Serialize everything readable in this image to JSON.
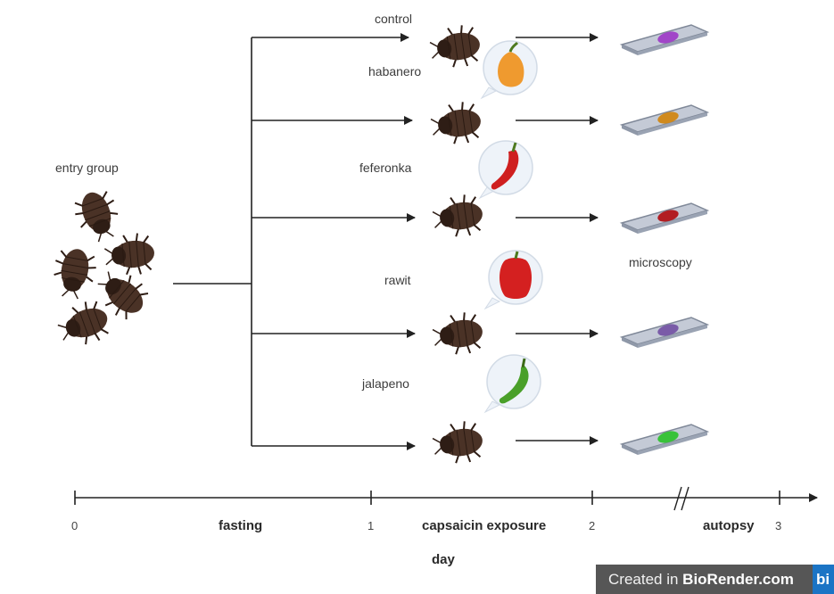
{
  "entry_group_label": "entry group",
  "groups": [
    {
      "label": "control",
      "pepper": "none",
      "stain": "#a146c8"
    },
    {
      "label": "habanero",
      "pepper": "habanero-icon",
      "stain": "#d08a1e"
    },
    {
      "label": "feferonka",
      "pepper": "red-chili-icon",
      "stain": "#b21d22"
    },
    {
      "label": "rawit",
      "pepper": "red-bell-pepper-icon",
      "stain": "#7a5ca8"
    },
    {
      "label": "jalapeno",
      "pepper": "green-chili-icon",
      "stain": "#39c23a"
    }
  ],
  "microscopy_label": "microscopy",
  "timeline": {
    "ticks": [
      "0",
      "1",
      "2",
      "3"
    ],
    "phases": [
      "fasting",
      "capsaicin exposure",
      "autopsy"
    ],
    "axis_label": "day"
  },
  "badge": {
    "prefix": "Created in ",
    "brand": "BioRender.com",
    "suffix": "bi"
  },
  "colors": {
    "roach": "#4a3226",
    "roach_dark": "#2e1d15",
    "arrow": "#222222",
    "slide": "#a9b2c2"
  }
}
